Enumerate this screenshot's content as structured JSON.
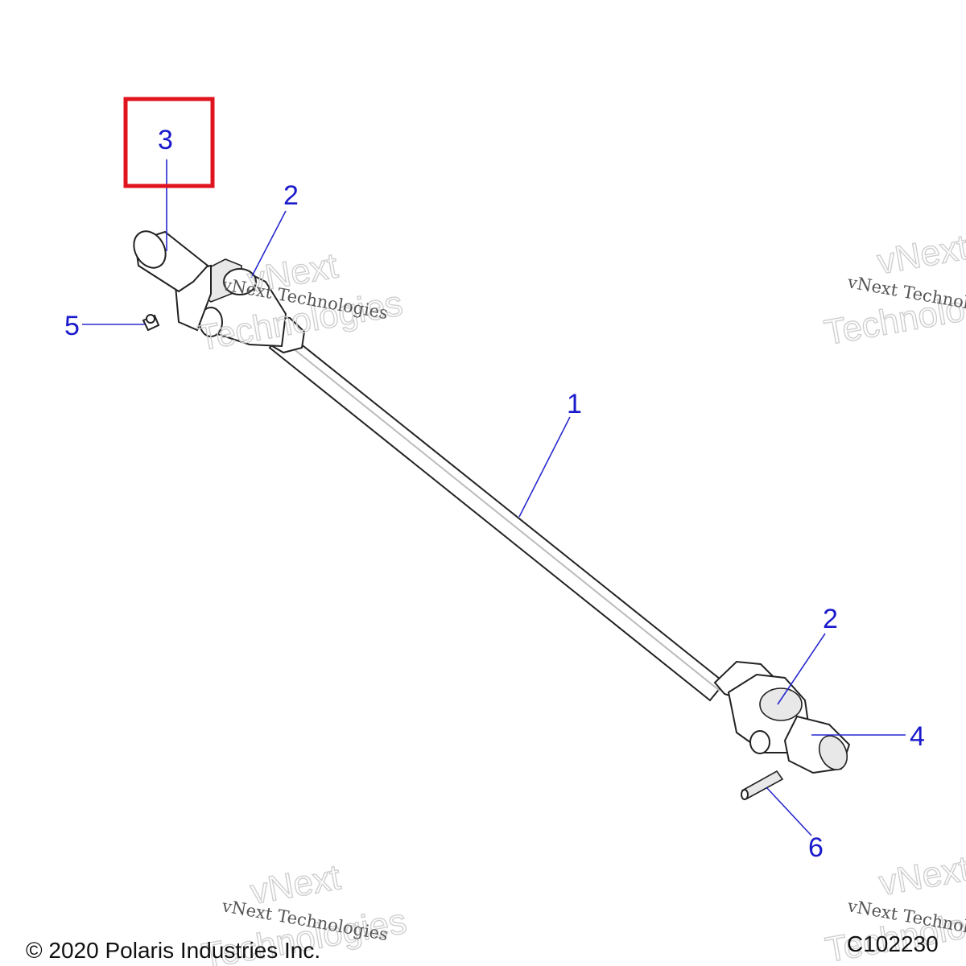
{
  "callouts": {
    "c1": "1",
    "c2a": "2",
    "c2b": "2",
    "c3": "3",
    "c4": "4",
    "c5": "5",
    "c6": "6"
  },
  "highlight_color": "#e0141e",
  "callout_color": "#1a1acc",
  "watermark": {
    "small": "vNext Technologies",
    "big_top": "vNext",
    "big_bottom": "Technologies"
  },
  "footer": {
    "copyright": "© 2020 Polaris Industries Inc.",
    "code": "C102230"
  }
}
